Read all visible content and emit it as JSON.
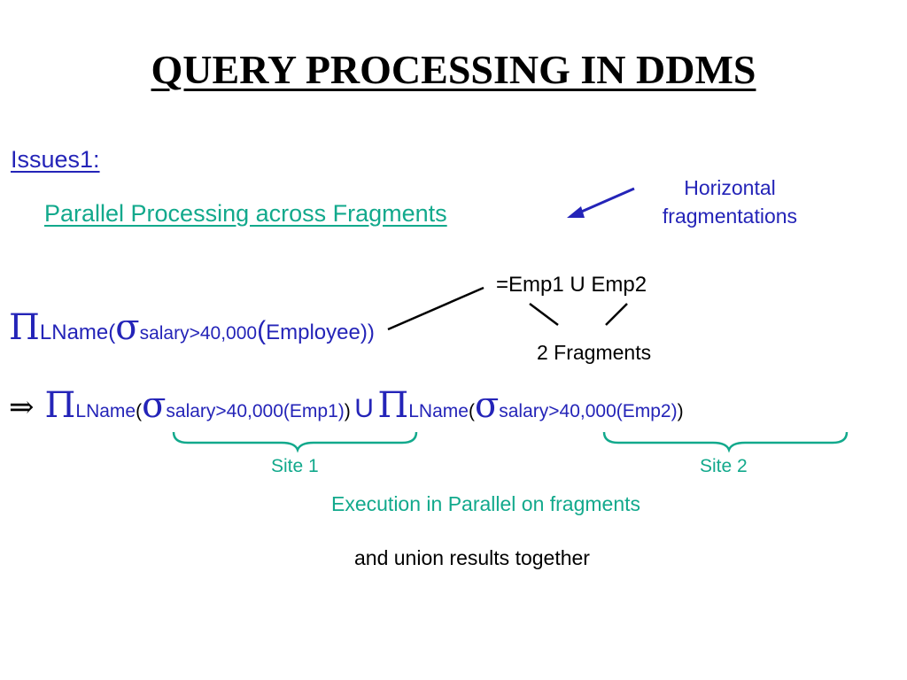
{
  "slide": {
    "title": "QUERY PROCESSING IN DDMS",
    "issues_label": "Issues1:",
    "parallel_processing": "Parallel Processing across Fragments",
    "horizontal_note": [
      "Horizontal",
      "fragmentations"
    ],
    "union_eq": "=Emp1 U Emp2",
    "fragments_note": "2 Fragments",
    "expr1": {
      "pi": "Π",
      "proj": "LName",
      "open": "(",
      "sigma": "σ",
      "cond": "salary>40,000",
      "open2": "(",
      "rel": "Employee",
      "close": "))"
    },
    "expr2": {
      "implies": "⇒",
      "pi1": "Π",
      "proj1": "LName",
      "open1": "(",
      "sigma1": "σ",
      "cond1": "salary>40,000(Emp1)",
      "close1": ")",
      "union": "U",
      "pi2": "Π",
      "proj2": "LName",
      "open2": "(",
      "sigma2": "σ",
      "cond2": "salary>40,000(Emp2)",
      "close2": ")"
    },
    "site1": "Site 1",
    "site2": "Site 2",
    "execution_note": "Execution in Parallel on fragments",
    "union_results_note": "and union results together"
  },
  "colors": {
    "blue": "#2424b8",
    "teal": "#12a98c",
    "black": "#000000"
  }
}
